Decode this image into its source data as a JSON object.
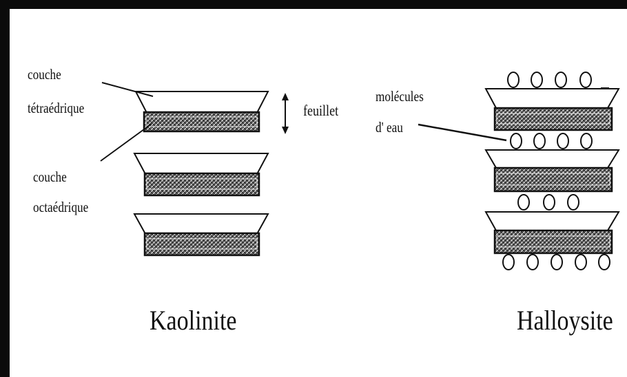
{
  "labels": {
    "tetra_line1": "couche",
    "tetra_line2": "tétraédrique",
    "octa_line1": "couche",
    "octa_line2": "octaédrique",
    "feuillet": "feuillet",
    "molecules_line1": "molécules",
    "molecules_line2": "d' eau"
  },
  "titles": {
    "kaolinite": "Kaolinite",
    "halloysite": "Halloysite"
  },
  "colors": {
    "frame": "#0b0b0b",
    "ink": "#111111",
    "octahedral_fill": "#3a3a3a"
  }
}
